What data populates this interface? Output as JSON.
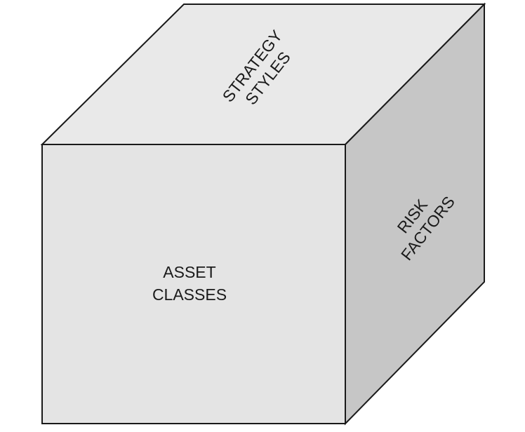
{
  "colors": {
    "front_face": "#e4e4e4",
    "top_face": "#e9e9e9",
    "side_face": "#c6c6c6",
    "edge": "#1a1a1a",
    "text": "#1a1a1a"
  },
  "faces": {
    "front": {
      "line1": "ASSET",
      "line2": "CLASSES"
    },
    "top": {
      "line1": "STRATEGY",
      "line2": "STYLES"
    },
    "side": {
      "line1": "RISK",
      "line2": "FACTORS"
    }
  }
}
